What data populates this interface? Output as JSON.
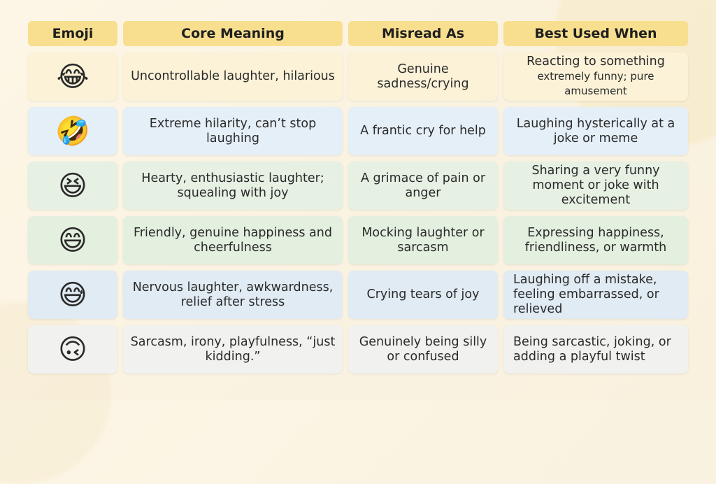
{
  "headers": {
    "emoji": "Emoji",
    "core": "Core Meaning",
    "misread": "Misread As",
    "best": "Best Used When"
  },
  "rows": [
    {
      "emoji": "😂",
      "core": "Uncontrollable laughter, hilarious",
      "misread": "Genuine sadness/crying",
      "best_line1": "Reacting to something",
      "best_line2": "extremely funny; pure amusement"
    },
    {
      "emoji": "🤣",
      "core": "Extreme hilarity, can’t stop laughing",
      "misread": "A frantic cry for help",
      "best": "Laughing hysterically at a joke or meme"
    },
    {
      "emoji": "😆",
      "core": "Hearty, enthusiastic laughter; squealing with joy",
      "misread": "A grimace of pain or anger",
      "best": "Sharing a very funny moment or joke with excitement"
    },
    {
      "emoji": "😄",
      "core": "Friendly, genuine happiness and cheerfulness",
      "misread": "Mocking laughter or sarcasm",
      "best": "Expressing happiness, friendliness, or warmth"
    },
    {
      "emoji": "😅",
      "core": "Nervous laughter, awkwardness, relief after stress",
      "misread": "Crying tears of joy",
      "best": "Laughing off a mistake, feeling embarrassed, or relieved"
    },
    {
      "emoji": "🙃",
      "core": "Sarcasm, irony, playfulness, “just kidding.”",
      "misread": "Genuinely being silly or confused",
      "best": "Being sarcastic, joking, or adding a playful twist"
    }
  ]
}
